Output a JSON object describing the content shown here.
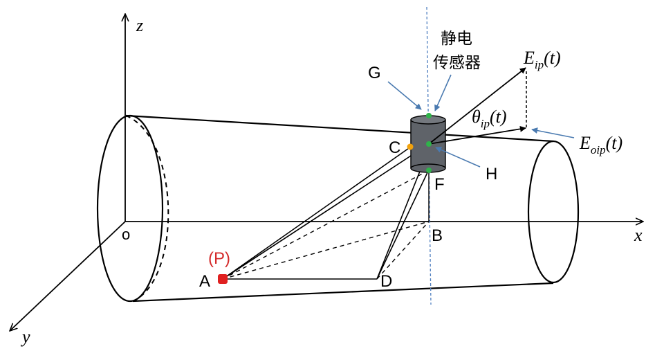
{
  "axes": {
    "x": "x",
    "y": "y",
    "z": "z",
    "origin": "o"
  },
  "points": {
    "A": "A",
    "B": "B",
    "C": "C",
    "D": "D",
    "F": "F",
    "G": "G",
    "H": "H",
    "P": "(P)"
  },
  "sensor_label": {
    "line1": "静电",
    "line2": "传感器"
  },
  "vectors": {
    "eip": {
      "base": "E",
      "sub": "ip",
      "arg": "(t)"
    },
    "eoip": {
      "base": "E",
      "sub": "oip",
      "arg": "(t)"
    },
    "theta": {
      "base": "θ",
      "sub": "ip",
      "arg": "(t)"
    }
  },
  "colors": {
    "line": "#000000",
    "sensor_body": "#5f6369",
    "callout": "#4a7ab0",
    "dashed_vertical": "#4f7fc0",
    "point_green": "#2fb34a",
    "point_orange": "#f2a20c",
    "point_red": "#e02020",
    "label_red": "#d42a2a"
  }
}
